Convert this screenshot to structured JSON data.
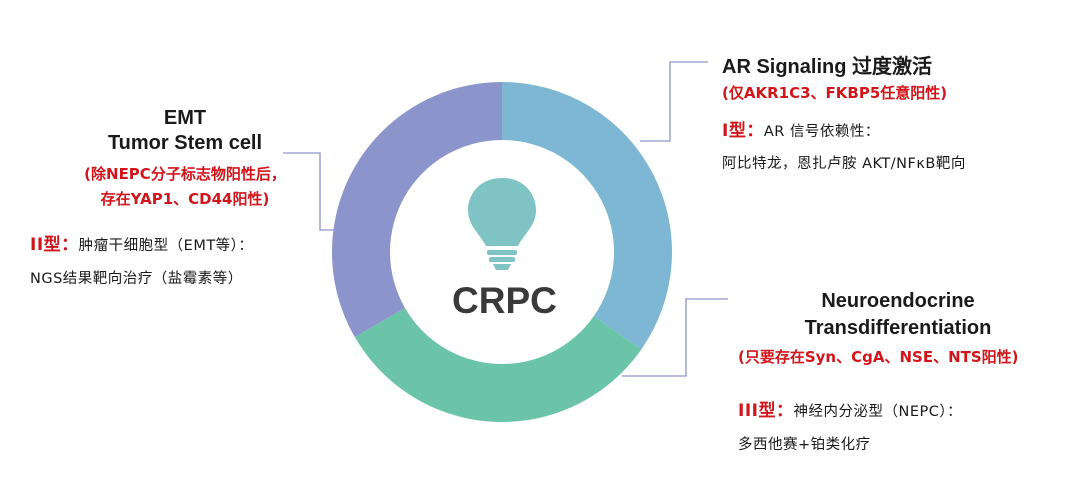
{
  "center_label": "CRPC",
  "colors": {
    "ring_right": "#7db7d4",
    "ring_bottom": "#6cc4a8",
    "ring_left": "#8b94cb",
    "bulb": "#80c3c4",
    "connector": "#8f93c7",
    "accent_red": "#d0161b"
  },
  "types": [
    {
      "title_en": "AR Signaling",
      "title_cn": " 过度激活",
      "marker": "(仅AKR1C3、FKBP5任意阳性)",
      "type_label": "I型：",
      "type_desc": "AR 信号依赖性：",
      "treatment": "阿比特龙，恩扎卢胺  AKT/NFκB靶向"
    },
    {
      "title_line1": "EMT",
      "title_line2": "Tumor Stem cell",
      "marker_line1": "(除NEPC分子标志物阳性后，",
      "marker_line2": "存在YAP1、CD44阳性)",
      "type_label": "II型：",
      "type_desc": "肿瘤干细胞型（EMT等）：",
      "treatment": "NGS结果靶向治疗（盐霉素等）"
    },
    {
      "title_line1": "Neuroendocrine",
      "title_line2": "Transdifferentiation",
      "marker": "(只要存在Syn、CgA、NSE、NTS阳性)",
      "type_label": "III型：",
      "type_desc": "神经内分泌型（NEPC）：",
      "treatment": "多西他赛+铂类化疗"
    }
  ]
}
